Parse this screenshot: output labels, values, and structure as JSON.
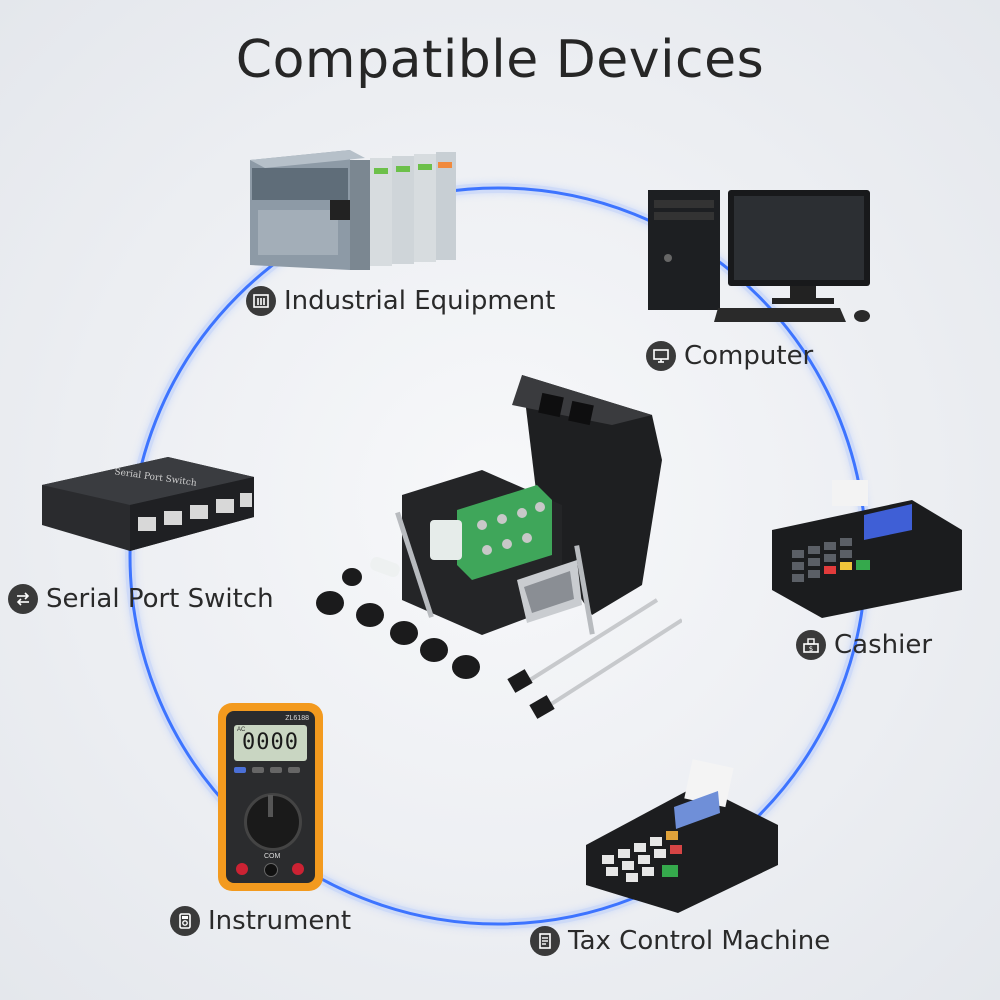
{
  "title": "Compatible Devices",
  "devices": [
    {
      "label": "Industrial Equipment",
      "icon": "factory-icon"
    },
    {
      "label": "Computer",
      "icon": "monitor-icon"
    },
    {
      "label": "Cashier",
      "icon": "cash-register-icon"
    },
    {
      "label": "Tax Control Machine",
      "icon": "receipt-icon"
    },
    {
      "label": "Instrument",
      "icon": "meter-icon"
    },
    {
      "label": "Serial Port Switch",
      "icon": "switch-arrows-icon"
    }
  ],
  "product_images": {
    "switch_text": "Serial Port Switch",
    "meter_brand": "ZL6188",
    "meter_display": "0000",
    "meter_unit": "AC",
    "meter_com": "COM"
  },
  "colors": {
    "ring": "#2f6bff",
    "badge": "#3a3a3a",
    "title": "#262626",
    "terminal_green": "#3fa65a",
    "meter_orange": "#f39a1e"
  }
}
